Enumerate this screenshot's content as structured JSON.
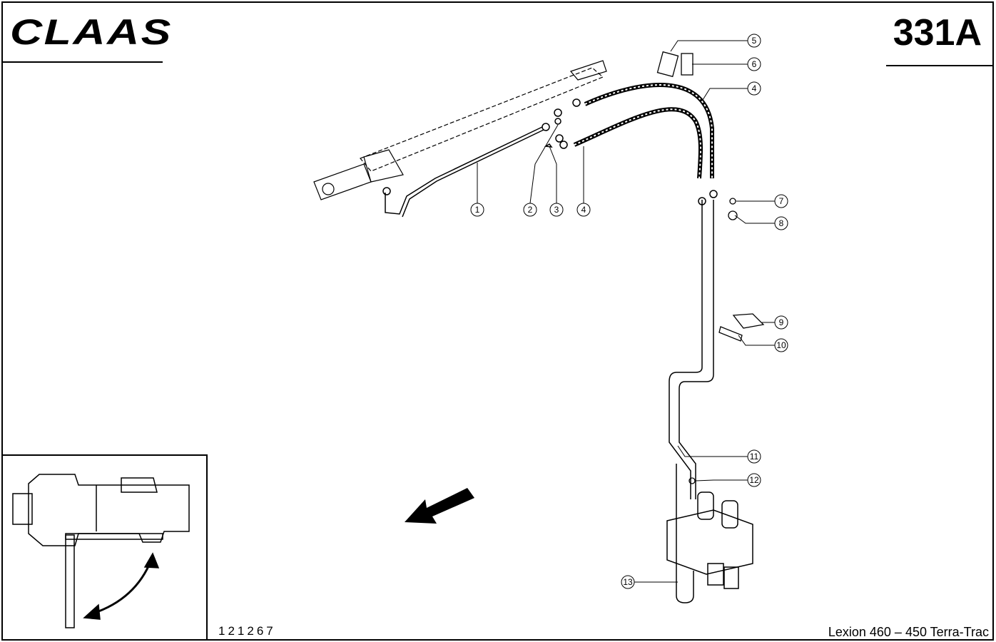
{
  "header": {
    "brand": "CLAAS",
    "page_number": "331A"
  },
  "footer": {
    "drawing_number": "121267",
    "model": "Lexion 460 – 450 Terra-Trac"
  },
  "callouts": [
    "1",
    "2",
    "3",
    "4",
    "4",
    "5",
    "6",
    "7",
    "8",
    "9",
    "10",
    "11",
    "12",
    "13"
  ]
}
